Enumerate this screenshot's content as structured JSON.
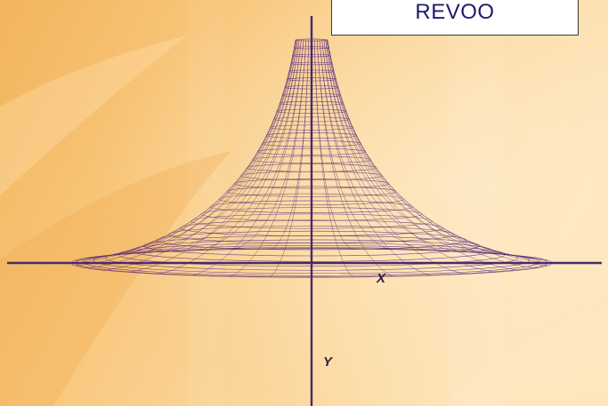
{
  "title_box": {
    "text": "REVOO"
  },
  "axes": {
    "x_label": "X",
    "y_label": "Y"
  },
  "surface": {
    "type": "wireframe pseudosphere (tractricoid)"
  },
  "colors": {
    "background_light": "#fde0ac",
    "background_mid": "#f9c879",
    "background_dark": "#f3b35a",
    "wireframe": "#5b2a76",
    "axis": "#4a2a6a",
    "box_text": "#1f1a6e"
  }
}
